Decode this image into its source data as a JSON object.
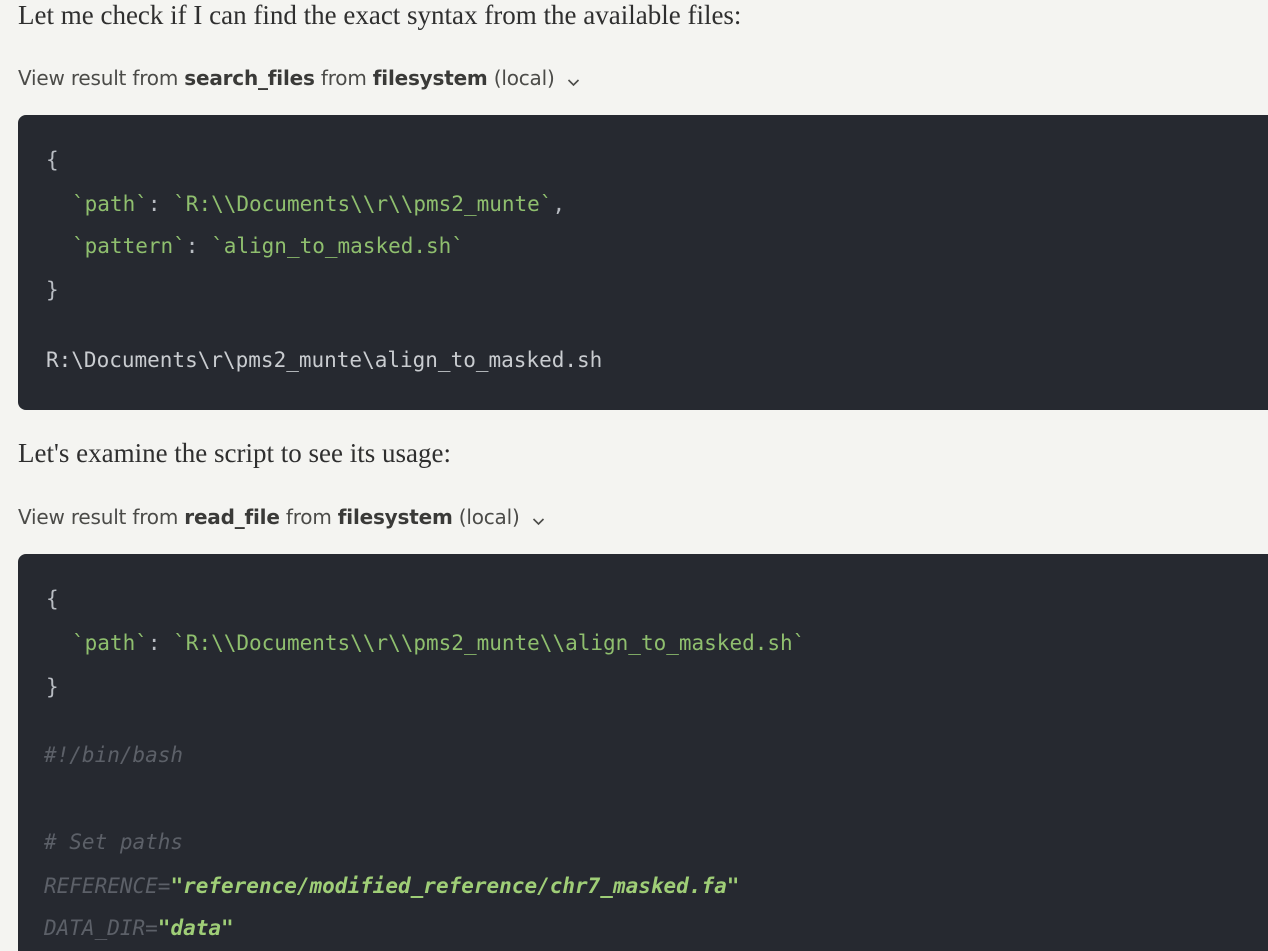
{
  "messages": [
    {
      "text": "Let me check if I can find the exact syntax from the available files:"
    },
    {
      "text": "Let's examine the script to see its usage:"
    }
  ],
  "tool_calls": [
    {
      "prefix": "View result from",
      "tool": "search_files",
      "mid": "from",
      "server": "filesystem",
      "suffix": "(local)",
      "args": {
        "open": "{",
        "line1_key": "`path`",
        "line1_sep": ": ",
        "line1_val": "`R:\\\\Documents\\\\r\\\\pms2_munte`",
        "line1_end": ",",
        "line2_key": "`pattern`",
        "line2_sep": ": ",
        "line2_val": "`align_to_masked.sh`",
        "close": "}"
      },
      "output": "R:\\Documents\\r\\pms2_munte\\align_to_masked.sh"
    },
    {
      "prefix": "View result from",
      "tool": "read_file",
      "mid": "from",
      "server": "filesystem",
      "suffix": "(local)",
      "args": {
        "open": "{",
        "line1_key": "`path`",
        "line1_sep": ": ",
        "line1_val": "`R:\\\\Documents\\\\r\\\\pms2_munte\\\\align_to_masked.sh`",
        "close": "}"
      },
      "output_lines": {
        "shebang": "#!/bin/bash",
        "comment": "# Set paths",
        "ref_var": "REFERENCE=",
        "ref_val": "\"reference/modified_reference/chr7_masked.fa\"",
        "data_var": "DATA_DIR=",
        "data_val": "\"data\""
      }
    }
  ],
  "icons": {
    "expand": "chevron-down-icon"
  },
  "colors": {
    "background": "#f4f4f1",
    "code_background": "#262930",
    "string_green": "#8fbf6e",
    "comment_gray": "#5c6068"
  }
}
